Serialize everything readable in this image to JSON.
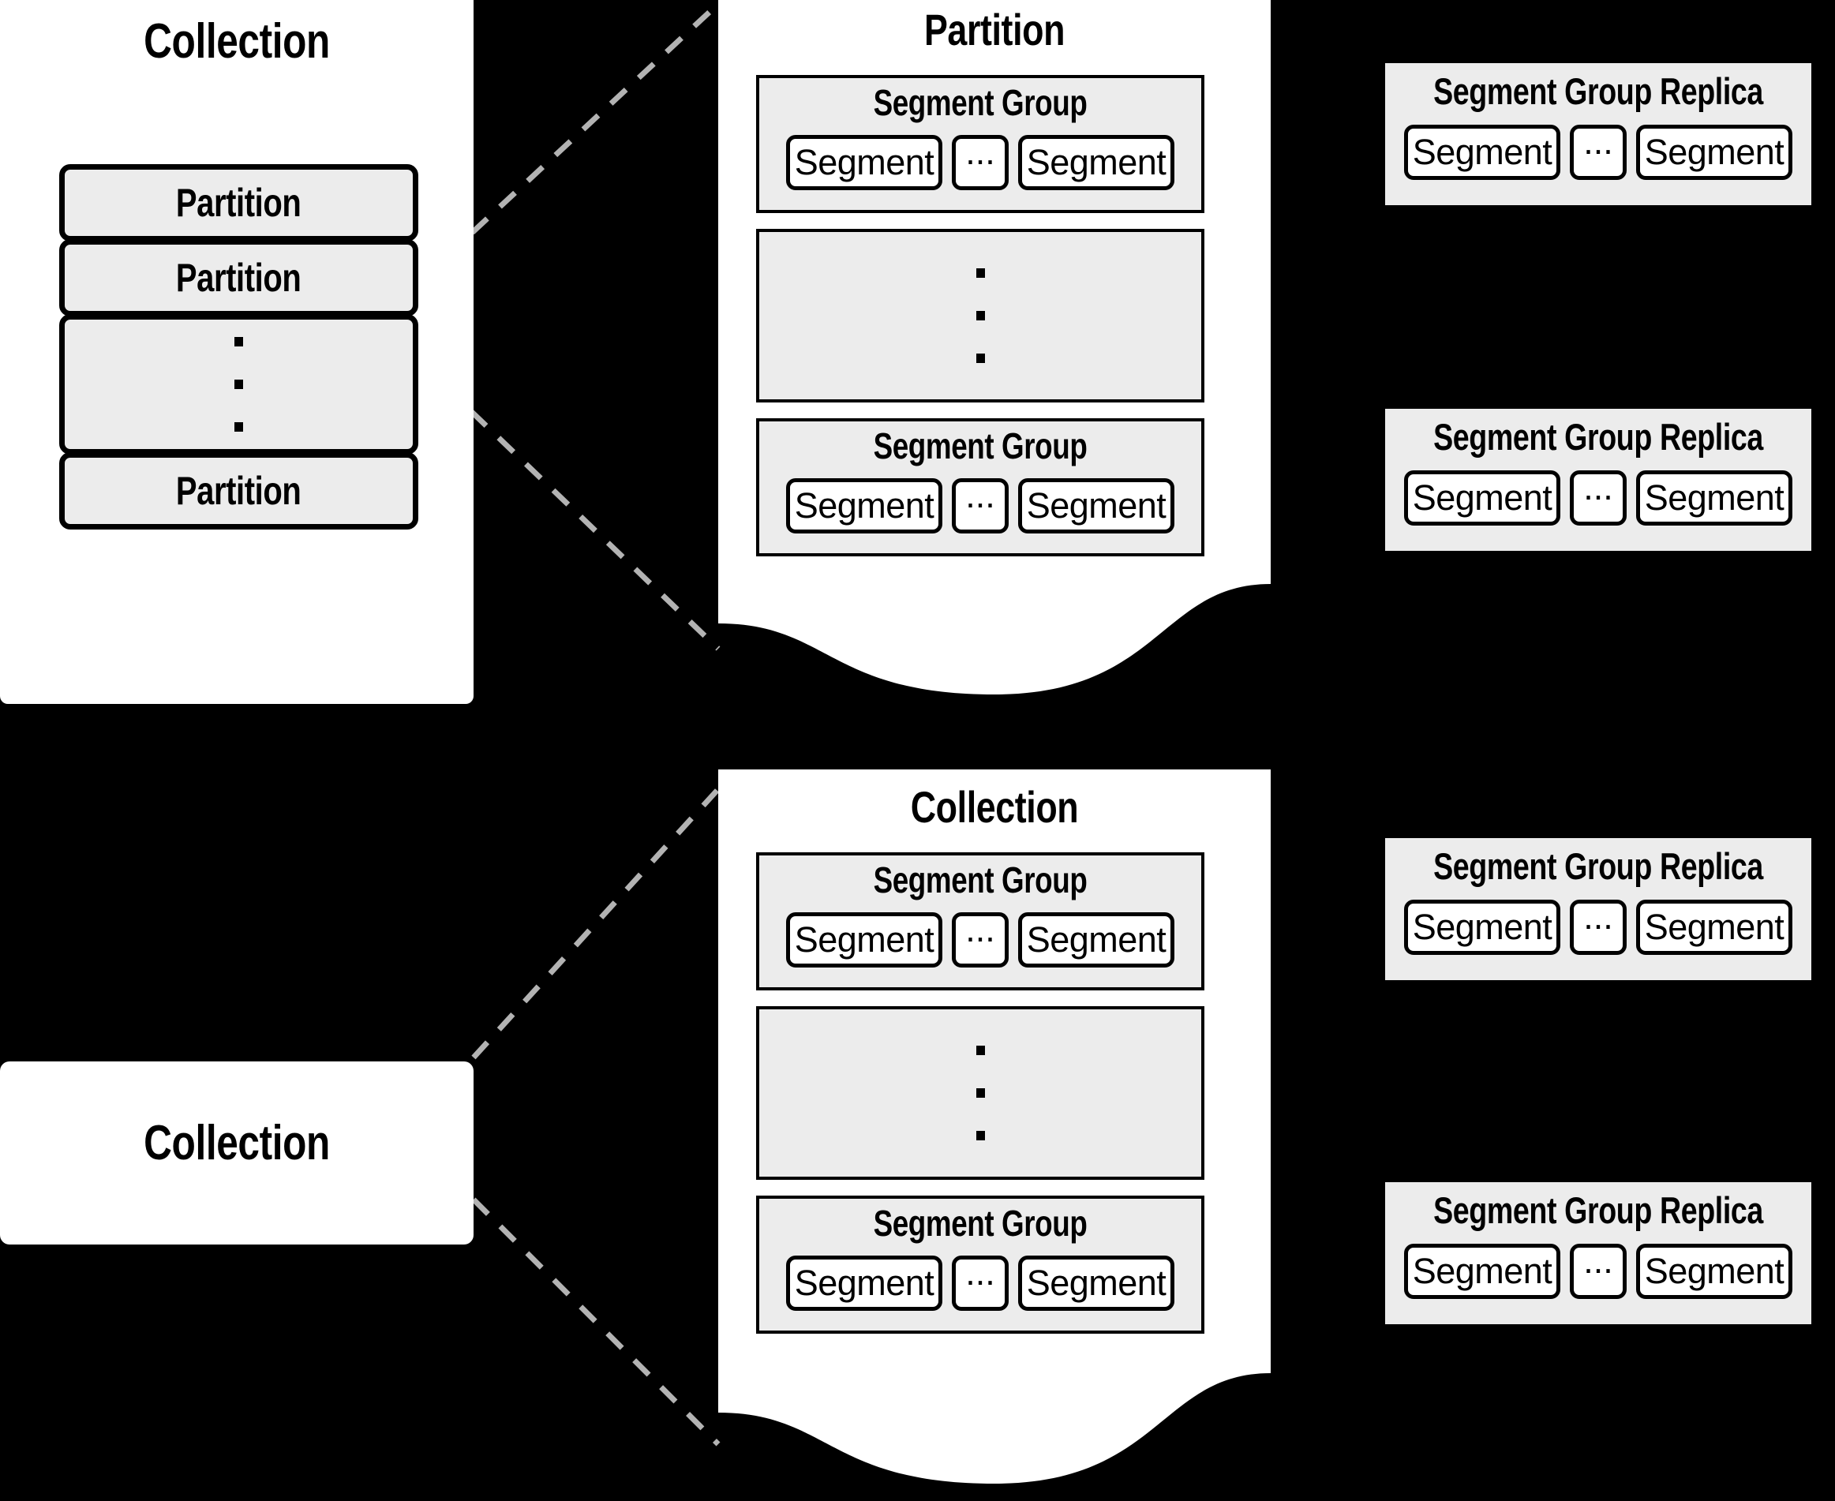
{
  "diagram": {
    "title": "Collection / Partition / Segment Group storage hierarchy",
    "colors": {
      "background": "#000000",
      "paper": "#ffffff",
      "panel_gray": "#ececec",
      "stroke": "#000000",
      "connector": "#b3b3b3"
    }
  },
  "labels": {
    "collection": "Collection",
    "partition": "Partition",
    "segment_group": "Segment Group",
    "segment_group_replica": "Segment Group Replica",
    "segment": "Segment",
    "ellipsis_horizontal": "...",
    "ellipsis_vertical": "⋮"
  },
  "left_collection_card": {
    "title": "Collection",
    "partitions": [
      {
        "label": "Partition",
        "kind": "item"
      },
      {
        "label": "Partition",
        "kind": "item"
      },
      {
        "label": "",
        "kind": "ellipsis"
      },
      {
        "label": "Partition",
        "kind": "item"
      }
    ]
  },
  "left_collection_plain": {
    "title": "Collection"
  },
  "partition_panel": {
    "title": "Partition",
    "segment_groups": [
      {
        "title": "Segment Group",
        "segments": [
          "Segment",
          "...",
          "Segment"
        ]
      },
      {
        "title": "",
        "kind": "ellipsis"
      },
      {
        "title": "Segment Group",
        "segments": [
          "Segment",
          "...",
          "Segment"
        ]
      }
    ]
  },
  "collection_panel": {
    "title": "Collection",
    "segment_groups": [
      {
        "title": "Segment Group",
        "segments": [
          "Segment",
          "...",
          "Segment"
        ]
      },
      {
        "title": "",
        "kind": "ellipsis"
      },
      {
        "title": "Segment Group",
        "segments": [
          "Segment",
          "...",
          "Segment"
        ]
      }
    ]
  },
  "replicas": [
    {
      "title": "Segment Group Replica",
      "segments": [
        "Segment",
        "...",
        "Segment"
      ]
    },
    {
      "title": "Segment Group Replica",
      "segments": [
        "Segment",
        "...",
        "Segment"
      ]
    },
    {
      "title": "Segment Group Replica",
      "segments": [
        "Segment",
        "...",
        "Segment"
      ]
    },
    {
      "title": "Segment Group Replica",
      "segments": [
        "Segment",
        "...",
        "Segment"
      ]
    }
  ]
}
